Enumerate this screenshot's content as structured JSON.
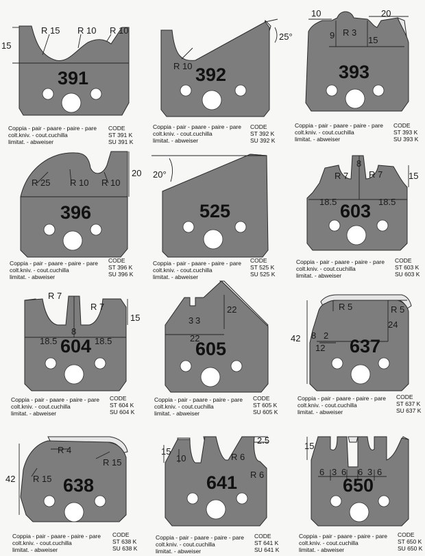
{
  "caption": {
    "line1": "Coppia - pair - paare - paire - pare",
    "line2": "colt.kniv. - cout.cuchilla",
    "line3": "limitat. - abweiser"
  },
  "code_header": "CODE",
  "parts": [
    {
      "number": "391",
      "st": "ST 391 K",
      "su": "SU 391 K",
      "labels": [
        "15",
        "R 15",
        "R 10",
        "R 10"
      ]
    },
    {
      "number": "392",
      "st": "ST 392 K",
      "su": "SU 392 K",
      "labels": [
        "25°",
        "R 10"
      ]
    },
    {
      "number": "393",
      "st": "ST 393 K",
      "su": "SU 393 K",
      "labels": [
        "10",
        "20",
        "9",
        "R 3",
        "15"
      ]
    },
    {
      "number": "396",
      "st": "ST 396 K",
      "su": "SU 396 K",
      "labels": [
        "20",
        "R 25",
        "R 10",
        "R 10"
      ]
    },
    {
      "number": "525",
      "st": "ST 525 K",
      "su": "SU 525 K",
      "labels": [
        "20°"
      ]
    },
    {
      "number": "603",
      "st": "ST 603 K",
      "su": "SU 603 K",
      "labels": [
        "8",
        "R 7",
        "R 7",
        "15",
        "18.5",
        "18.5"
      ]
    },
    {
      "number": "604",
      "st": "ST 604 K",
      "su": "SU 604 K",
      "labels": [
        "R 7",
        "R 7",
        "15",
        "8",
        "18.5",
        "18.5"
      ]
    },
    {
      "number": "605",
      "st": "ST 605 K",
      "su": "SU 605 K",
      "labels": [
        "3",
        "3",
        "22",
        "22"
      ]
    },
    {
      "number": "637",
      "st": "ST 637 K",
      "su": "SU 637 K",
      "labels": [
        "R 5",
        "R 5",
        "24",
        "42",
        "8",
        "2",
        "12"
      ]
    },
    {
      "number": "638",
      "st": "ST 638 K",
      "su": "SU 638 K",
      "labels": [
        "R 4",
        "R 15",
        "R 15",
        "42"
      ]
    },
    {
      "number": "641",
      "st": "ST 641 K",
      "su": "SU 641 K",
      "labels": [
        "2.5",
        "15",
        "10",
        "R 6",
        "R 6"
      ]
    },
    {
      "number": "650",
      "st": "ST 650 K",
      "su": "SU 650 K",
      "labels": [
        "15",
        "6",
        "3",
        "6",
        "6",
        "3",
        "6"
      ]
    }
  ]
}
